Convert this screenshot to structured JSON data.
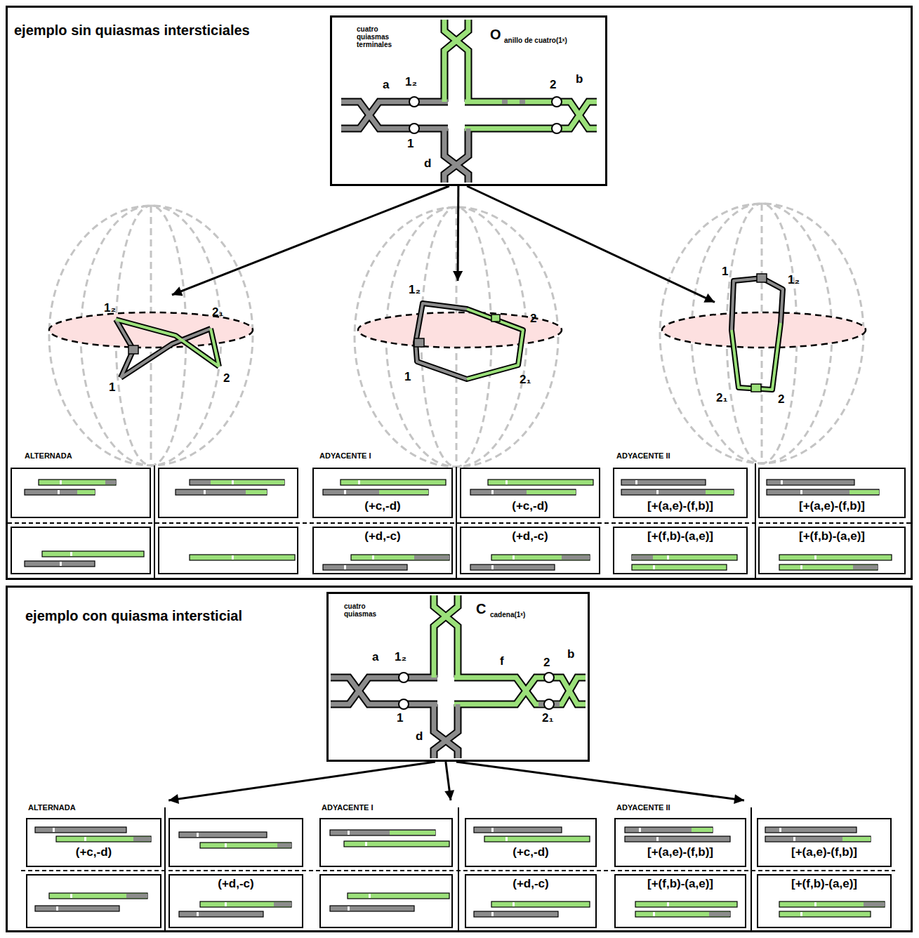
{
  "diagram": {
    "nodes": [
      {
        "text": [
          "ejemplo sin quiasmas intersticiales"
        ]
      },
      {
        "text": [
          "cuatro quiasmas terminales",
          "O",
          "anillo de cuatro(1ˣ)"
        ],
        "in": 0
      },
      {
        "text": [
          "1₂",
          "2₁",
          "1",
          "2"
        ],
        "in": 0
      },
      {
        "text": [
          "1₂",
          "2",
          "1",
          "2₁"
        ],
        "in": 0
      },
      {
        "text": [
          "1",
          "1₂",
          "2₁",
          "2"
        ],
        "in": 0
      },
      {
        "text": [
          "ALTERNADA"
        ],
        "in": 0
      },
      {
        "text": [
          "ADYACENTE I"
        ],
        "in": 0
      },
      {
        "text": [
          "(+c,-d)"
        ],
        "in": 6
      },
      {
        "text": [
          "(+c,-d)"
        ],
        "in": 6
      },
      {
        "text": [
          "(+d,-c)"
        ],
        "in": 6
      },
      {
        "text": [
          "(+d,-c)"
        ],
        "in": 6
      },
      {
        "text": [
          "ADYACENTE II"
        ],
        "in": 0
      },
      {
        "text": [
          "[+(a,e)-(f,b)]"
        ],
        "in": 11
      },
      {
        "text": [
          "[+(a,e)-(f,b)]"
        ],
        "in": 11
      },
      {
        "text": [
          "[+(f,b)-(a,e)]"
        ],
        "in": 11
      },
      {
        "text": [
          "[+(f,b)-(a,e)]"
        ],
        "in": 11
      },
      {
        "text": [
          "ejemplo con quiasma intersticial"
        ]
      },
      {
        "text": [
          "cuatro quiasmas",
          "C",
          "cadena(1ˣ)"
        ],
        "in": 16
      },
      {
        "text": [
          "ALTERNADA"
        ],
        "in": 16
      },
      {
        "text": [
          "(+c,-d)"
        ],
        "in": 18
      },
      {
        "text": [
          "(+d,-c)"
        ],
        "in": 18
      },
      {
        "text": [
          "ADYACENTE I"
        ],
        "in": 16
      },
      {
        "text": [
          "(+c,-d)"
        ],
        "in": 21
      },
      {
        "text": [
          "(+d,-c)"
        ],
        "in": 21
      },
      {
        "text": [
          "ADYACENTE II"
        ],
        "in": 16
      },
      {
        "text": [
          "[+(a,e)-(f,b)]"
        ],
        "in": 24
      },
      {
        "text": [
          "[+(a,e)-(f,b)]"
        ],
        "in": 24
      },
      {
        "text": [
          "[+(f,b)-(a,e)]"
        ],
        "in": 24
      },
      {
        "text": [
          "[+(f,b)-(a,e)]"
        ],
        "in": 24
      }
    ],
    "edges": [
      {
        "from": 1,
        "to": 2,
        "arrow": "to"
      },
      {
        "from": 1,
        "to": 3,
        "arrow": "to"
      },
      {
        "from": 1,
        "to": 4,
        "arrow": "to"
      },
      {
        "from": 17,
        "to": 18,
        "arrow": "to"
      },
      {
        "from": 17,
        "to": 21,
        "arrow": "to"
      },
      {
        "from": 17,
        "to": 24,
        "arrow": "to"
      }
    ],
    "labels": [
      "a",
      "1₂",
      "2",
      "b",
      "1",
      "d",
      "a",
      "1₂",
      "f",
      "2",
      "b",
      "1",
      "d",
      "2₁"
    ]
  }
}
